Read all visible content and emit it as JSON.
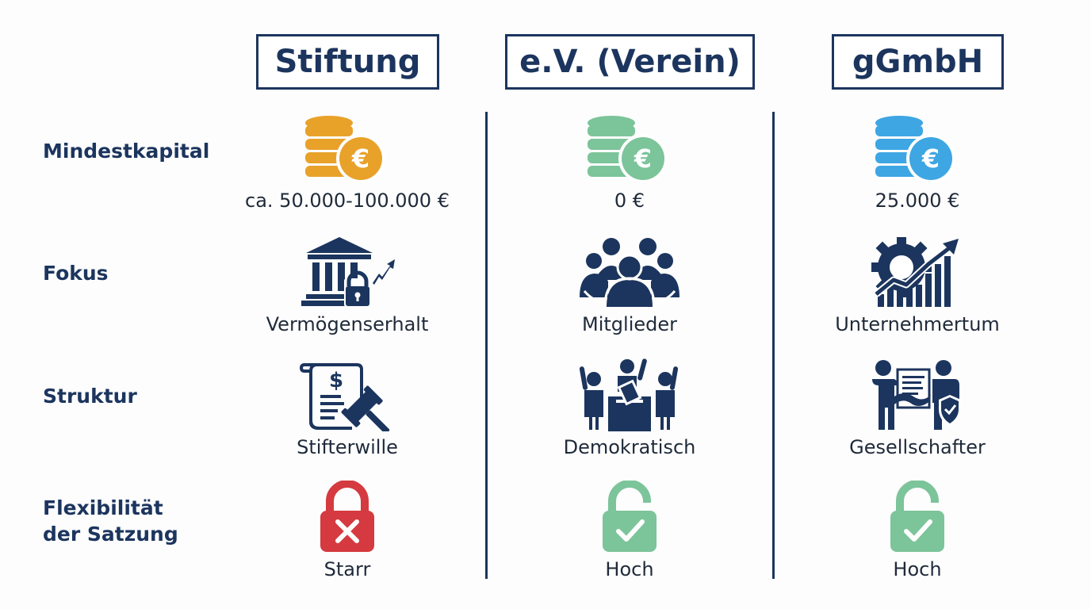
{
  "columns": [
    {
      "title": "Stiftung"
    },
    {
      "title": "e.V. (Verein)"
    },
    {
      "title": "gGmbH"
    }
  ],
  "rows": [
    {
      "label": "Mindestkapital",
      "values": [
        "ca. 50.000-100.000 €",
        "0 €",
        "25.000 €"
      ],
      "icons": [
        "coins-euro-icon-orange",
        "coins-euro-icon-green",
        "coins-euro-icon-blue"
      ]
    },
    {
      "label": "Fokus",
      "values": [
        "Vermögenserhalt",
        "Mitglieder",
        "Unternehmertum"
      ],
      "icons": [
        "bank-lock-icon",
        "community-group-icon",
        "gear-growth-chart-icon"
      ]
    },
    {
      "label": "Struktur",
      "values": [
        "Stifterwille",
        "Demokratisch",
        "Gesellschafter"
      ],
      "icons": [
        "document-gavel-icon",
        "voting-ballot-icon",
        "handshake-contract-icon"
      ]
    },
    {
      "label": "Flexibilität\nder Satzung",
      "values": [
        "Starr",
        "Hoch",
        "Hoch"
      ],
      "icons": [
        "lock-closed-x-icon",
        "lock-open-check-icon",
        "lock-open-check-icon"
      ]
    }
  ],
  "colors": {
    "navy": "#1c355e",
    "orange": "#e8a22a",
    "green": "#7cc49a",
    "blue": "#3ea6e3",
    "red": "#d43a3f"
  }
}
